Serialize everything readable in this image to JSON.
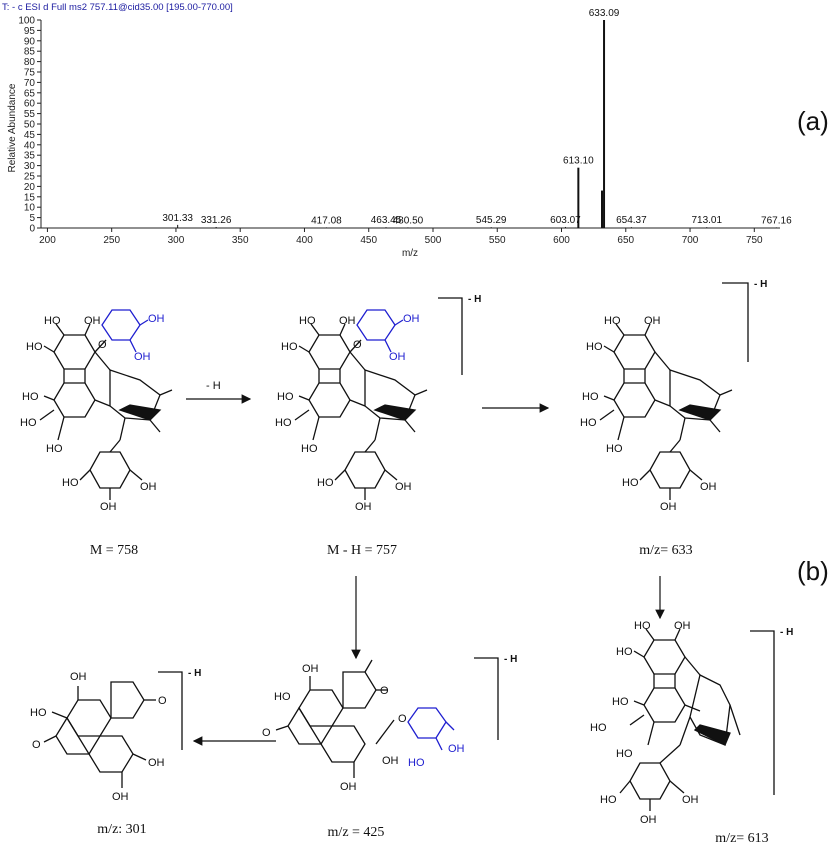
{
  "spectrum": {
    "header": "T: - c ESI d Full ms2 757.11@cid35.00 [195.00-770.00]",
    "ylabel": "Relative Abundance",
    "xlabel": "m/z"
  },
  "chart_data": {
    "type": "bar",
    "title": "",
    "xlabel": "m/z",
    "ylabel": "Relative Abundance",
    "xlim": [
      195,
      770
    ],
    "ylim": [
      0,
      100
    ],
    "x_ticks": [
      200,
      250,
      300,
      350,
      400,
      450,
      500,
      550,
      600,
      650,
      700,
      750
    ],
    "y_ticks": [
      0,
      5,
      10,
      15,
      20,
      25,
      30,
      35,
      40,
      45,
      50,
      55,
      60,
      65,
      70,
      75,
      80,
      85,
      90,
      95,
      100
    ],
    "peaks": [
      {
        "mz": 301.33,
        "intensity": 1.5,
        "label": "301.33"
      },
      {
        "mz": 331.26,
        "intensity": 0.5,
        "label": "331.26"
      },
      {
        "mz": 417.08,
        "intensity": 0.3,
        "label": "417.08"
      },
      {
        "mz": 463.45,
        "intensity": 0.4,
        "label": "463.45"
      },
      {
        "mz": 480.5,
        "intensity": 0.3,
        "label": "480.50"
      },
      {
        "mz": 545.29,
        "intensity": 0.4,
        "label": "545.29"
      },
      {
        "mz": 603.07,
        "intensity": 0.5,
        "label": "603.07"
      },
      {
        "mz": 613.1,
        "intensity": 29,
        "label": "613.10"
      },
      {
        "mz": 631.5,
        "intensity": 18,
        "label": ""
      },
      {
        "mz": 633.09,
        "intensity": 100,
        "label": "633.09"
      },
      {
        "mz": 654.37,
        "intensity": 0.4,
        "label": "654.37"
      },
      {
        "mz": 713.01,
        "intensity": 0.4,
        "label": "713.01"
      },
      {
        "mz": 767.16,
        "intensity": 0.3,
        "label": "767.16"
      }
    ]
  },
  "panels": {
    "a": "(a)",
    "b": "(b)"
  },
  "captions": {
    "c1": "M = 758",
    "c2": "M - H = 757",
    "c3": "m/z= 633",
    "c4": "m/z= 613",
    "c5": "m/z = 425",
    "c6": "m/z: 301"
  },
  "labels": {
    "minus_h_arrow": "- H",
    "bracket_h": "- H",
    "oh": "OH",
    "ho": "HO",
    "o": "O"
  }
}
